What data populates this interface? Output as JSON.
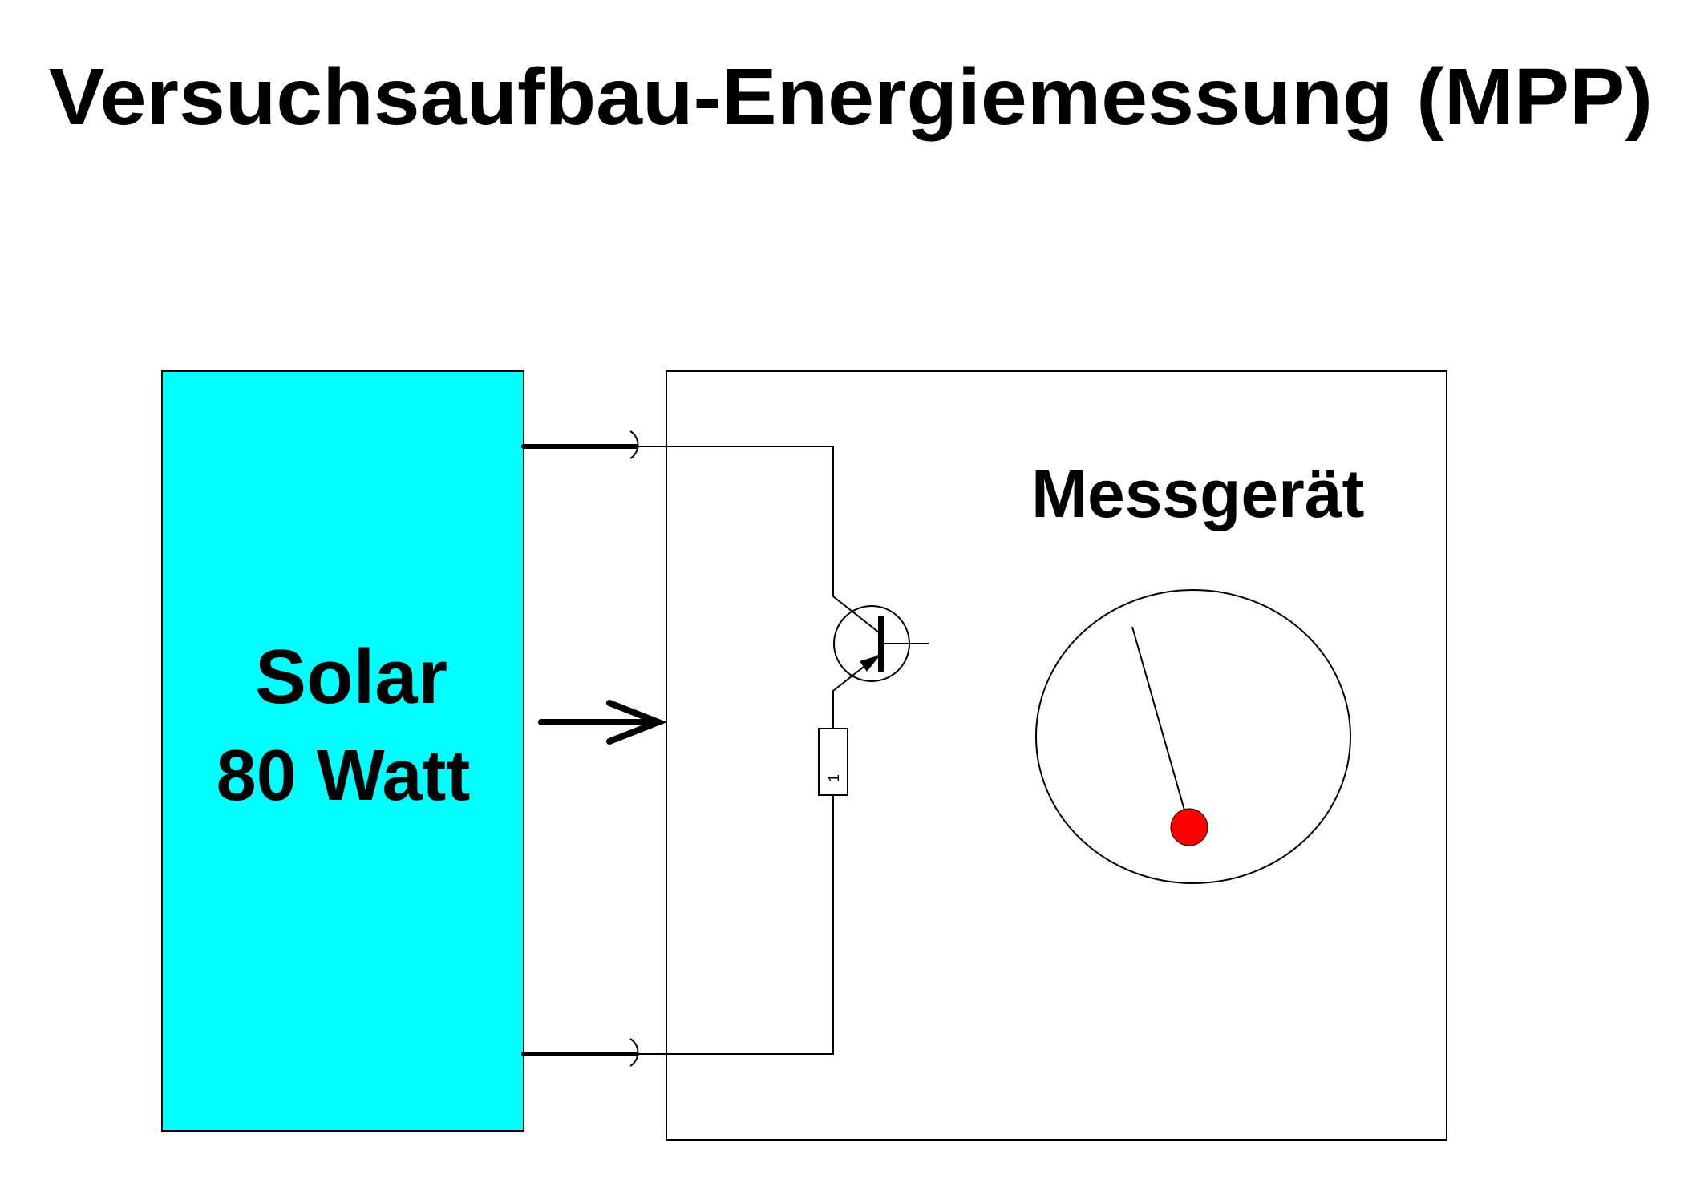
{
  "title": "Versuchsaufbau-Energiemessung  (MPP)",
  "solar": {
    "line1": "Solar",
    "line2": "80 Watt",
    "fill_color": "#00FFFF"
  },
  "meter": {
    "label": "Messgerät",
    "needle_dot_color": "#FF0000"
  },
  "resistor": {
    "label": "1"
  }
}
